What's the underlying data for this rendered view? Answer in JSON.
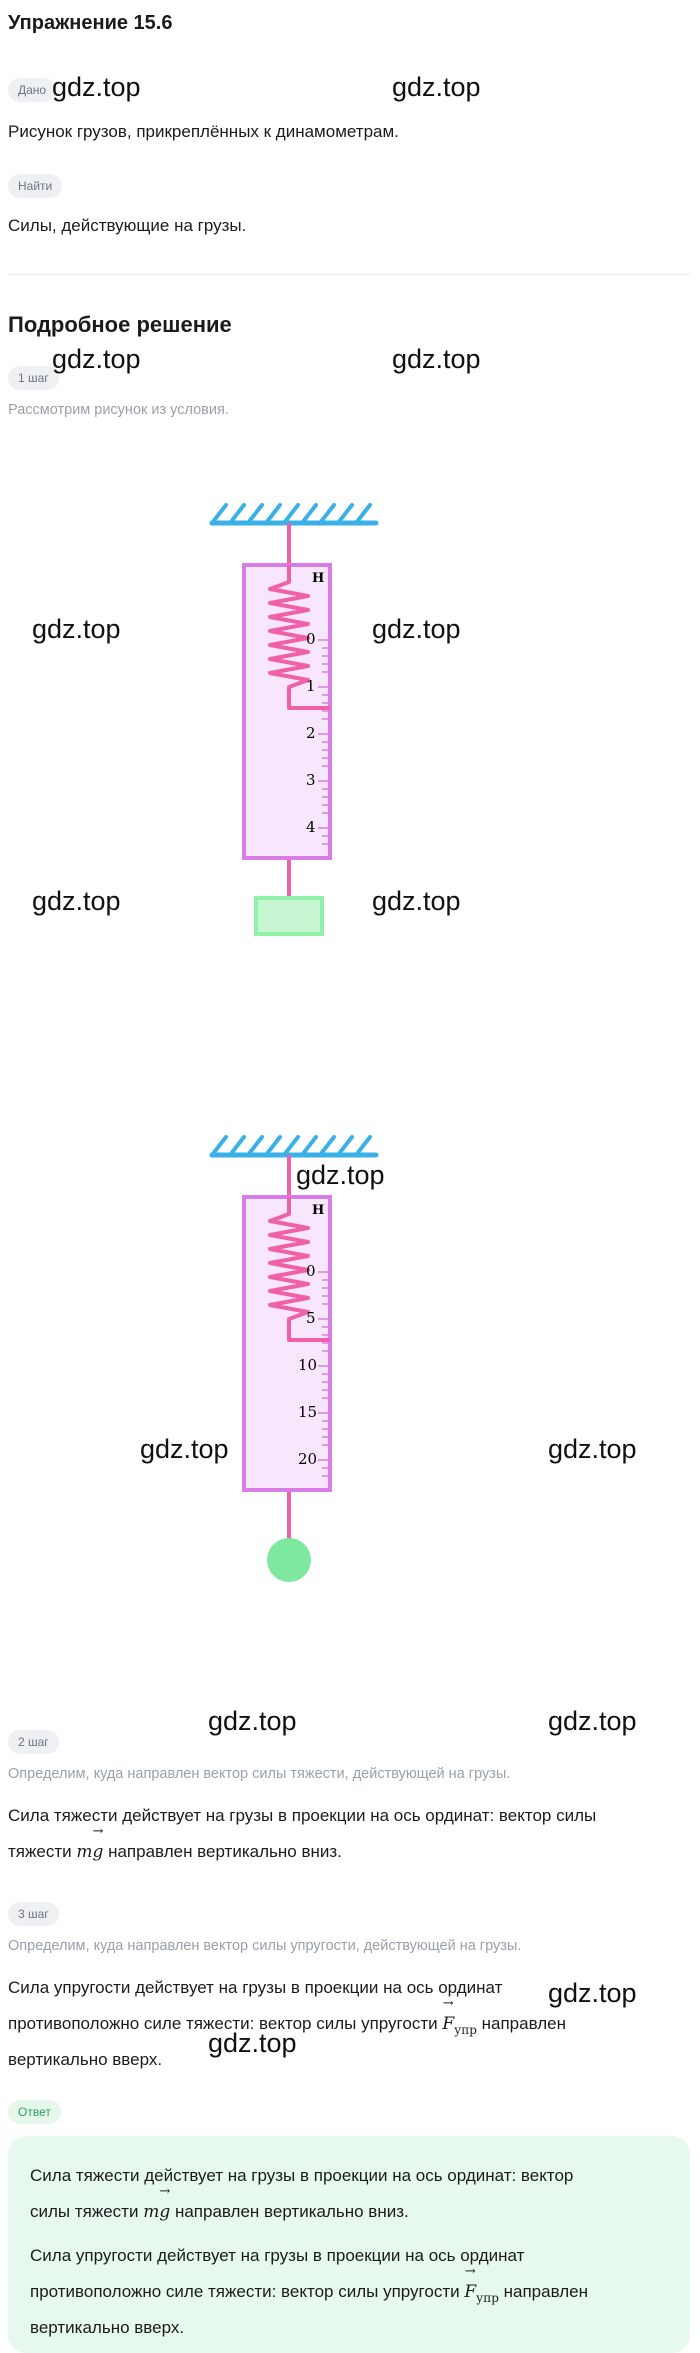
{
  "title": "Упражнение 15.6",
  "given": {
    "chip": "Дано",
    "text": "Рисунок грузов, прикреплённых к динамометрам."
  },
  "find": {
    "chip": "Найти",
    "text": "Силы, действующие на грузы."
  },
  "solution": {
    "title": "Подробное решение",
    "step1": {
      "chip": "1 шаг",
      "caption": "Рассмотрим рисунок из условия."
    },
    "step2": {
      "chip": "2 шаг",
      "caption": "Определим, куда направлен вектор силы тяжести, действующей на грузы.",
      "line1": "Сила тяжести действует на грузы в проекции на ось ординат: вектор силы",
      "line2_pre": "тяжести",
      "line2_post": "направлен вертикально вниз."
    },
    "step3": {
      "chip": "3 шаг",
      "caption": "Определим, куда направлен вектор силы упругости, действующей на грузы.",
      "line1": "Сила упругости действует на грузы в проекции на ось ординат",
      "line2_pre": "противоположно силе тяжести: вектор силы упругости",
      "line2_post": "направлен",
      "line3": "вертикально вверх."
    }
  },
  "answer": {
    "chip": "Ответ",
    "p1_line1": "Сила тяжести действует на грузы в проекции на ось ординат: вектор",
    "p1_line2_pre": "силы тяжести",
    "p1_line2_post": "направлен вертикально вниз.",
    "p2_line1": "Сила упругости действует на грузы в проекции на ось ординат",
    "p2_line2_pre": "противоположно силе тяжести: вектор силы упругости",
    "p2_line2_post": "направлен",
    "p2_line3": "вертикально вверх."
  },
  "math": {
    "mg_m": "m",
    "mg_g": "g",
    "f": "F",
    "f_sub": "упр",
    "arrow": "→"
  },
  "figure1": {
    "unit": "Н",
    "ticks": [
      "0",
      "1",
      "2",
      "3",
      "4"
    ],
    "spring_color": "#f060a8",
    "frame_color": "#d87de6",
    "ceiling_color": "#3ab0e8",
    "load_color": "#8ff0a8",
    "load_shape": "rectangle"
  },
  "figure2": {
    "unit": "Н",
    "ticks": [
      "0",
      "5",
      "10",
      "15",
      "20"
    ],
    "load_shape": "circle"
  },
  "watermark": "gdz.top"
}
